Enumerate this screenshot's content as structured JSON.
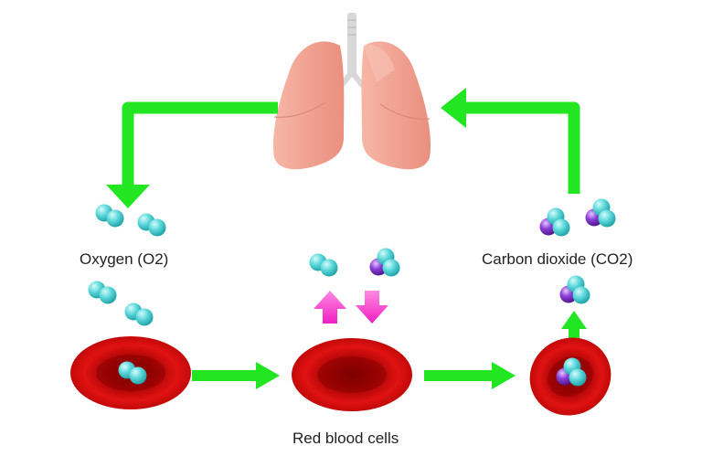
{
  "labels": {
    "oxygen": "Oxygen (O2)",
    "carbon_dioxide": "Carbon dioxide (CO2)",
    "red_blood_cells": "Red blood cells"
  },
  "colors": {
    "arrow_green": "#22e622",
    "arrow_pink": "#ff3fd0",
    "oxygen_atom": "#48d2d4",
    "carbon_atom": "#7b2fc4",
    "blood_cell": "#d90c0c",
    "lungs": "#f2a190",
    "trachea": "#d8d8d8"
  },
  "icons": [
    "lungs-icon",
    "oxygen-molecule-icon",
    "carbon-dioxide-molecule-icon",
    "red-blood-cell-icon"
  ]
}
